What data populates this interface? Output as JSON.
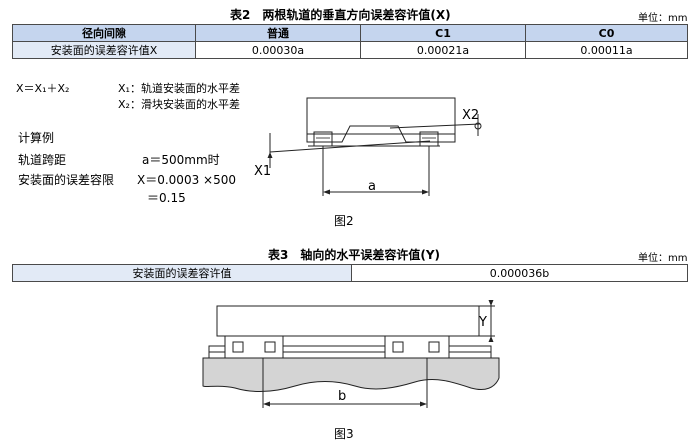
{
  "table2": {
    "caption": "表2　两根轨道的垂直方向误差容许值(X)",
    "unit": "单位：mm",
    "header": [
      "径向间隙",
      "普通",
      "C1",
      "C0"
    ],
    "row": [
      "安装面的误差容许值X",
      "0.00030a",
      "0.00021a",
      "0.00011a"
    ]
  },
  "formula": {
    "main": "X＝X₁＋X₂",
    "x1_note": "X₁：轨道安装面的水平差",
    "x2_note": "X₂：滑块安装面的水平差"
  },
  "example": {
    "title": "计算例",
    "span_label": "轨道跨距",
    "span_value": "a＝500mm时",
    "error_label": "安装面的误差容限",
    "error_expr": "X＝0.0003 ×500",
    "error_result": "＝0.15"
  },
  "figure2": {
    "caption": "图2",
    "label_x1": "X1",
    "label_x2": "X2",
    "label_a": "a"
  },
  "table3": {
    "caption": "表3　轴向的水平误差容许值(Y)",
    "unit": "单位：mm",
    "row": [
      "安装面的误差容许值",
      "0.000036b"
    ]
  },
  "figure3": {
    "caption": "图3",
    "label_y": "Y",
    "label_b": "b"
  },
  "colors": {
    "header_fill": "#c5d5ee",
    "label_fill": "#e2eaf6",
    "base_fill": "#d4d4d4"
  }
}
